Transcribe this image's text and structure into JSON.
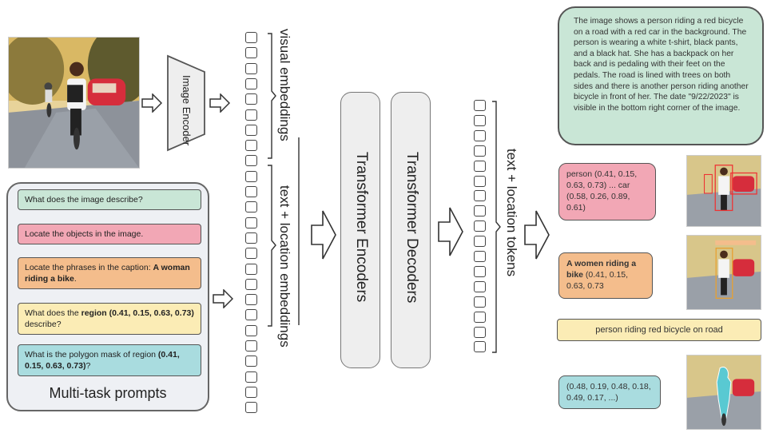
{
  "encoder_label": "Image Encoder",
  "visual_embeddings_label": "visual embeddings",
  "text_location_embeddings_label": "text + location embeddings",
  "transformer_encoders_label": "Transformer Encoders",
  "transformer_decoders_label": "Transformer Decoders",
  "text_location_tokens_label": "text + location tokens",
  "prompts_title": "Multi-task prompts",
  "prompts": {
    "p1": "What does the image describe?",
    "p2": "Locate the objects in the image.",
    "p3_pre": "Locate the phrases in the caption: ",
    "p3_bold": "A woman riding a bike",
    "p3_post": ".",
    "p4_pre": "What does the ",
    "p4_bold": "region (0.41, 0.15, 0.63, 0.73)",
    "p4_post": " describe?",
    "p5_pre": "What is the polygon mask of region ",
    "p5_bold": "(0.41, 0.15, 0.63, 0.73)",
    "p5_post": "?"
  },
  "outputs": {
    "caption": "The image shows a person riding a red bicycle on a road with a red car in the background. The person is wearing a white t-shirt, black pants, and a black hat. She has a backpack on her back and is pedaling with their feet on the pedals. The road is lined with trees on both sides and there is another person riding another bicycle in front of her. The date \"9/22/2023\" is visible in the bottom right corner of the image.",
    "detection": "person (0.41, 0.15, 0.63, 0.73) ... car (0.58, 0.26, 0.89, 0.61)",
    "grounding_bold": "A women riding a bike",
    "grounding_rest": " (0.41, 0.15, 0.63, 0.73",
    "region_caption": "person riding red bicycle on road",
    "polygon": "(0.48, 0.19, 0.48, 0.18, 0.49, 0.17, ...)"
  },
  "colors": {
    "green": "#c9e6d6",
    "pink": "#f2a7b5",
    "orange": "#f4bd8c",
    "yellow": "#fbecb5",
    "cyan": "#a9dcdf",
    "panel": "#eef0f4",
    "block": "#eeeeee"
  }
}
